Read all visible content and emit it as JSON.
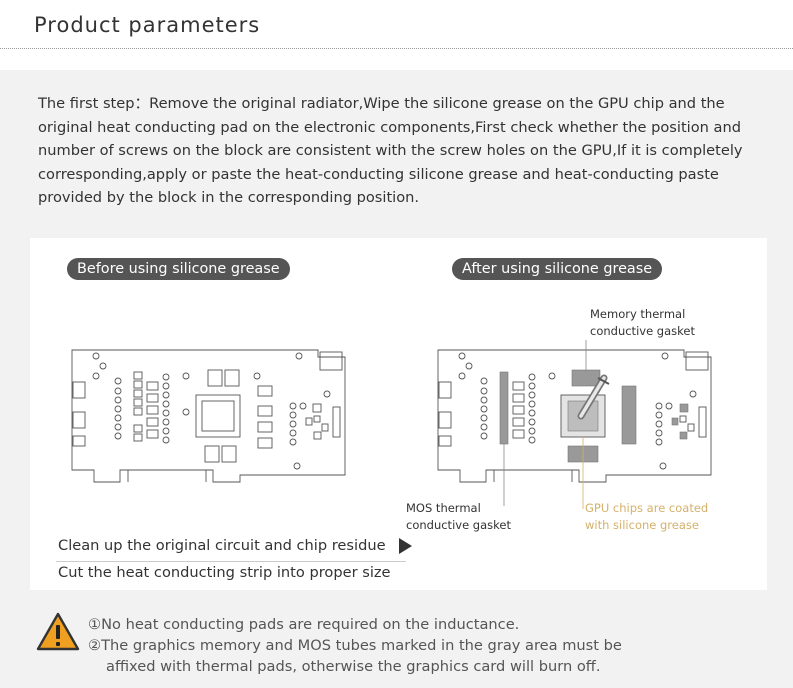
{
  "header": {
    "title": "Product parameters"
  },
  "intro": "The first step：Remove the original radiator,Wipe the silicone grease on the GPU chip and the original heat conducting pad on the electronic components,First check whether the position and number of screws on the block are consistent with the screw holes on the GPU,If it is completely corresponding,apply or paste the heat-conducting silicone grease and heat-conducting paste provided by the block in the corresponding position.",
  "before": {
    "label": "Before using silicone grease"
  },
  "after": {
    "label": "After using silicone grease",
    "memory_line1": "Memory thermal",
    "memory_line2": "conductive gasket",
    "mos_line1": "MOS thermal",
    "mos_line2": "conductive gasket",
    "gpu_line1": "GPU chips are coated",
    "gpu_line2": "with silicone grease"
  },
  "steps": {
    "clean": "Clean up the original circuit and chip residue",
    "cut": "Cut the heat conducting strip into proper size"
  },
  "notes": {
    "note1": "①No heat conducting pads are required on the inductance.",
    "note2a": "②The graphics memory and MOS tubes marked in the gray area must be",
    "note2b": "affixed with thermal pads, otherwise the graphics card will burn off."
  },
  "colors": {
    "pill_bg": "#555555",
    "thermal_gray": "#999999",
    "callout_gold": "#d4b06a",
    "warning_orange": "#f0a020"
  },
  "icons": {
    "warning": "warning-icon",
    "arrow": "play-arrow-icon"
  }
}
